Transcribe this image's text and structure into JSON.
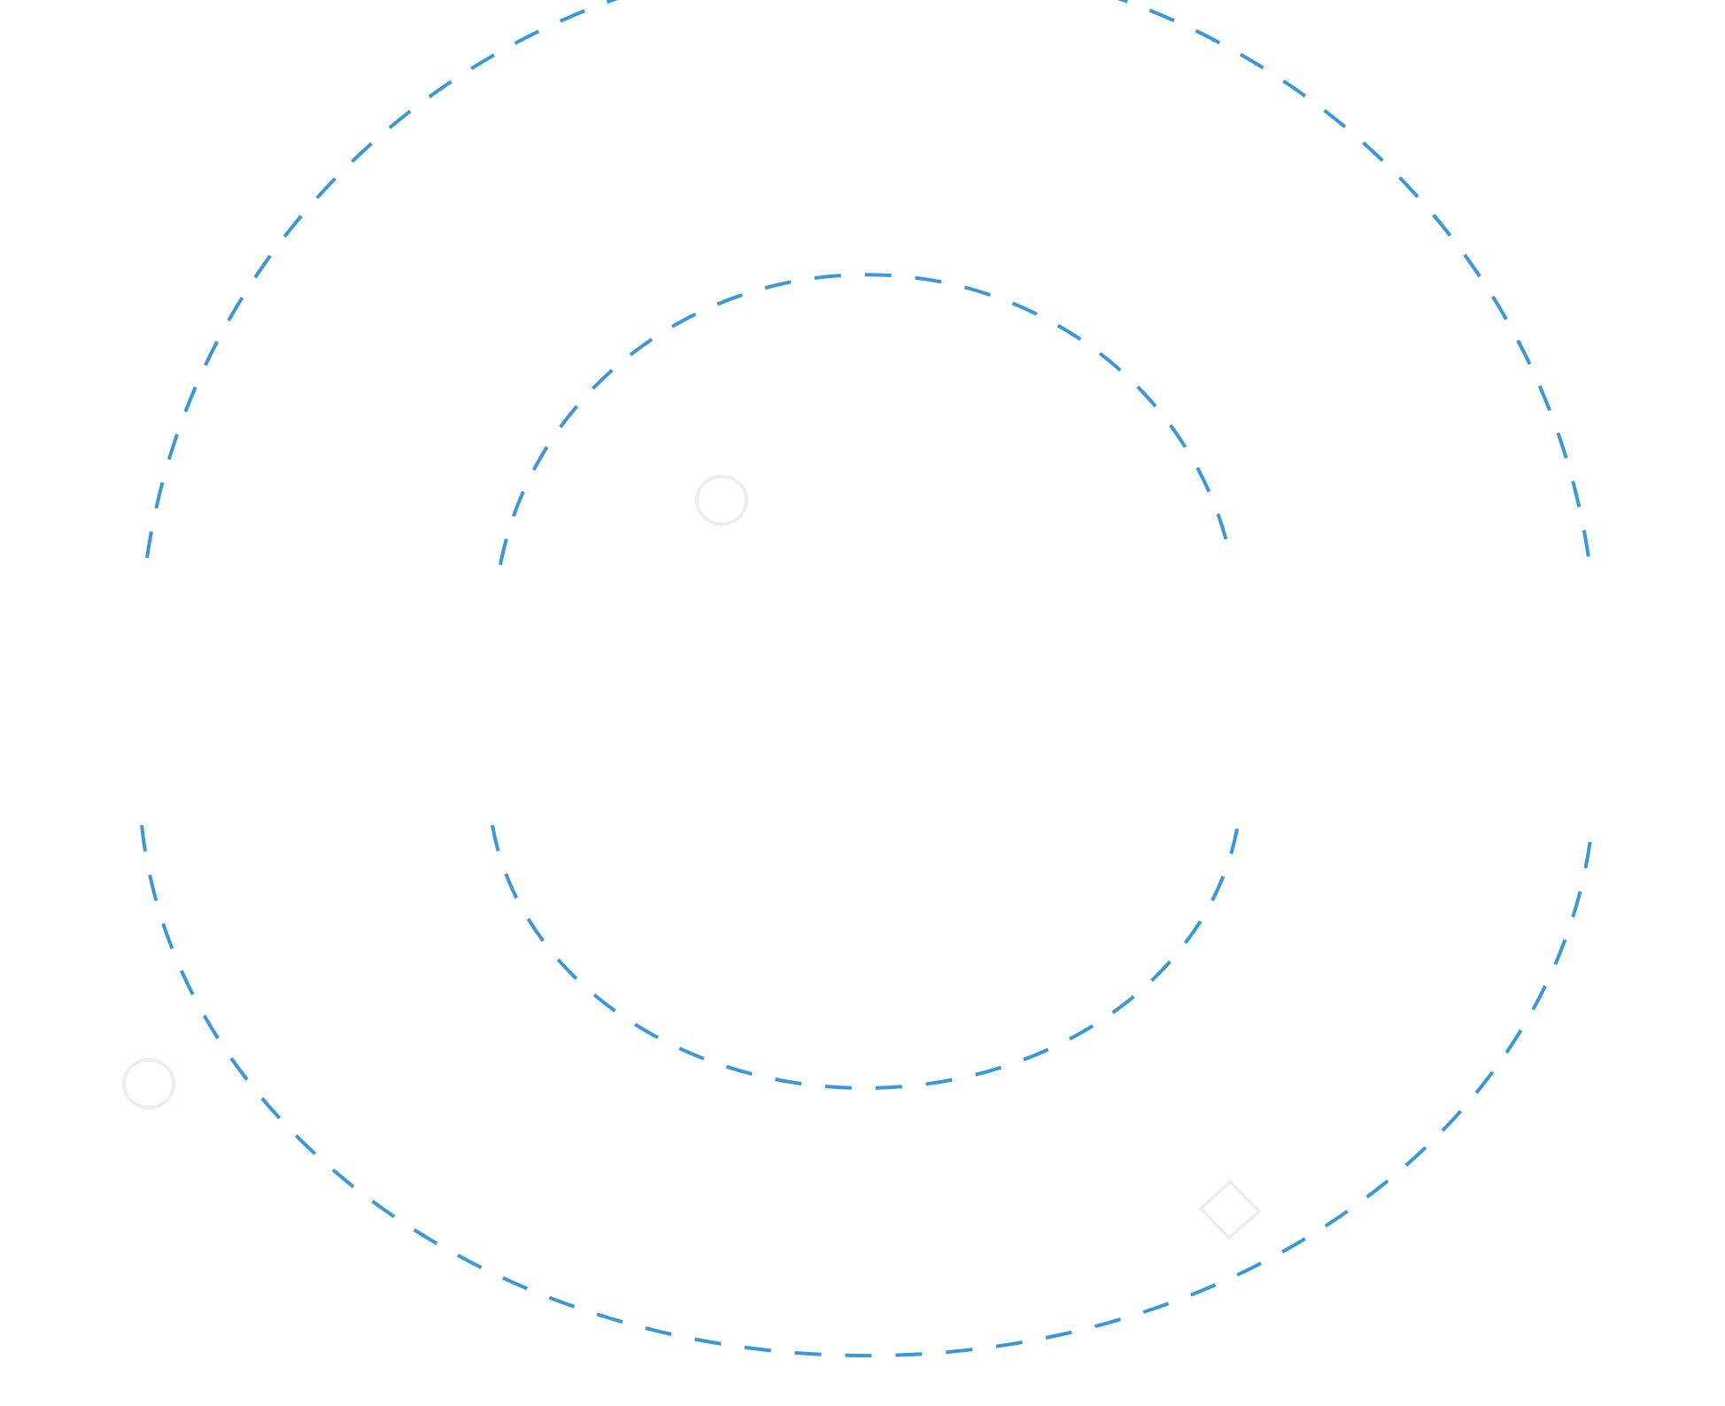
{
  "colors": {
    "background": "#ffffff",
    "ring_stroke": "#3b97d8",
    "decoration_stroke": "#eeeeee"
  },
  "rings": [
    {
      "name": "outer-ring",
      "style": "dashed",
      "color": "#3b97d8"
    },
    {
      "name": "inner-ring",
      "style": "dashed",
      "color": "#3b97d8"
    }
  ],
  "decorations": [
    {
      "name": "circle-outline-icon",
      "shape": "circle"
    },
    {
      "name": "circle-outline-icon",
      "shape": "circle"
    },
    {
      "name": "diamond-outline-icon",
      "shape": "diamond"
    }
  ]
}
